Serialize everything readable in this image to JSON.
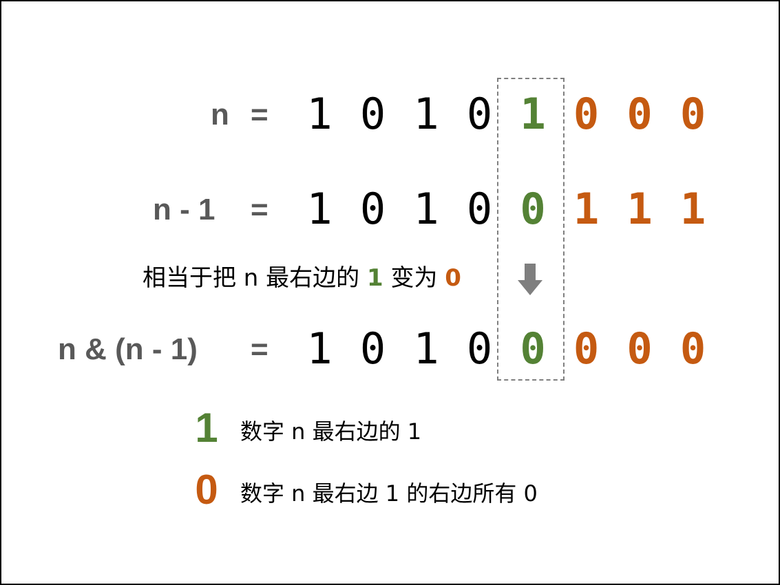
{
  "rows": [
    {
      "label": "n",
      "equals": "=",
      "bits": [
        {
          "v": "1",
          "c": "k"
        },
        {
          "v": "0",
          "c": "k"
        },
        {
          "v": "1",
          "c": "k"
        },
        {
          "v": "0",
          "c": "k"
        },
        {
          "v": "1",
          "c": "g"
        },
        {
          "v": "0",
          "c": "o"
        },
        {
          "v": "0",
          "c": "o"
        },
        {
          "v": "0",
          "c": "o"
        }
      ]
    },
    {
      "label": "n - 1",
      "equals": "=",
      "bits": [
        {
          "v": "1",
          "c": "k"
        },
        {
          "v": "0",
          "c": "k"
        },
        {
          "v": "1",
          "c": "k"
        },
        {
          "v": "0",
          "c": "k"
        },
        {
          "v": "0",
          "c": "g"
        },
        {
          "v": "1",
          "c": "o"
        },
        {
          "v": "1",
          "c": "o"
        },
        {
          "v": "1",
          "c": "o"
        }
      ]
    },
    {
      "label": "n & (n - 1)",
      "equals": "=",
      "bits": [
        {
          "v": "1",
          "c": "k"
        },
        {
          "v": "0",
          "c": "k"
        },
        {
          "v": "1",
          "c": "k"
        },
        {
          "v": "0",
          "c": "k"
        },
        {
          "v": "0",
          "c": "g"
        },
        {
          "v": "0",
          "c": "o"
        },
        {
          "v": "0",
          "c": "o"
        },
        {
          "v": "0",
          "c": "o"
        }
      ]
    }
  ],
  "note": {
    "prefix": "相当于把 n 最右边的 ",
    "one": "1",
    "middle": " 变为 ",
    "zero": "0"
  },
  "legend": [
    {
      "symbol": "1",
      "color": "#548235",
      "text": "数字 n 最右边的 1"
    },
    {
      "symbol": "0",
      "color": "#c55a11",
      "text": "数字 n 最右边 1 的右边所有 0"
    }
  ],
  "colors": {
    "label": "#595959",
    "green": "#548235",
    "orange": "#c55a11",
    "box": "#7f7f7f",
    "arrow": "#7f7f7f"
  },
  "icons": {
    "arrow": "down-arrow-icon"
  }
}
